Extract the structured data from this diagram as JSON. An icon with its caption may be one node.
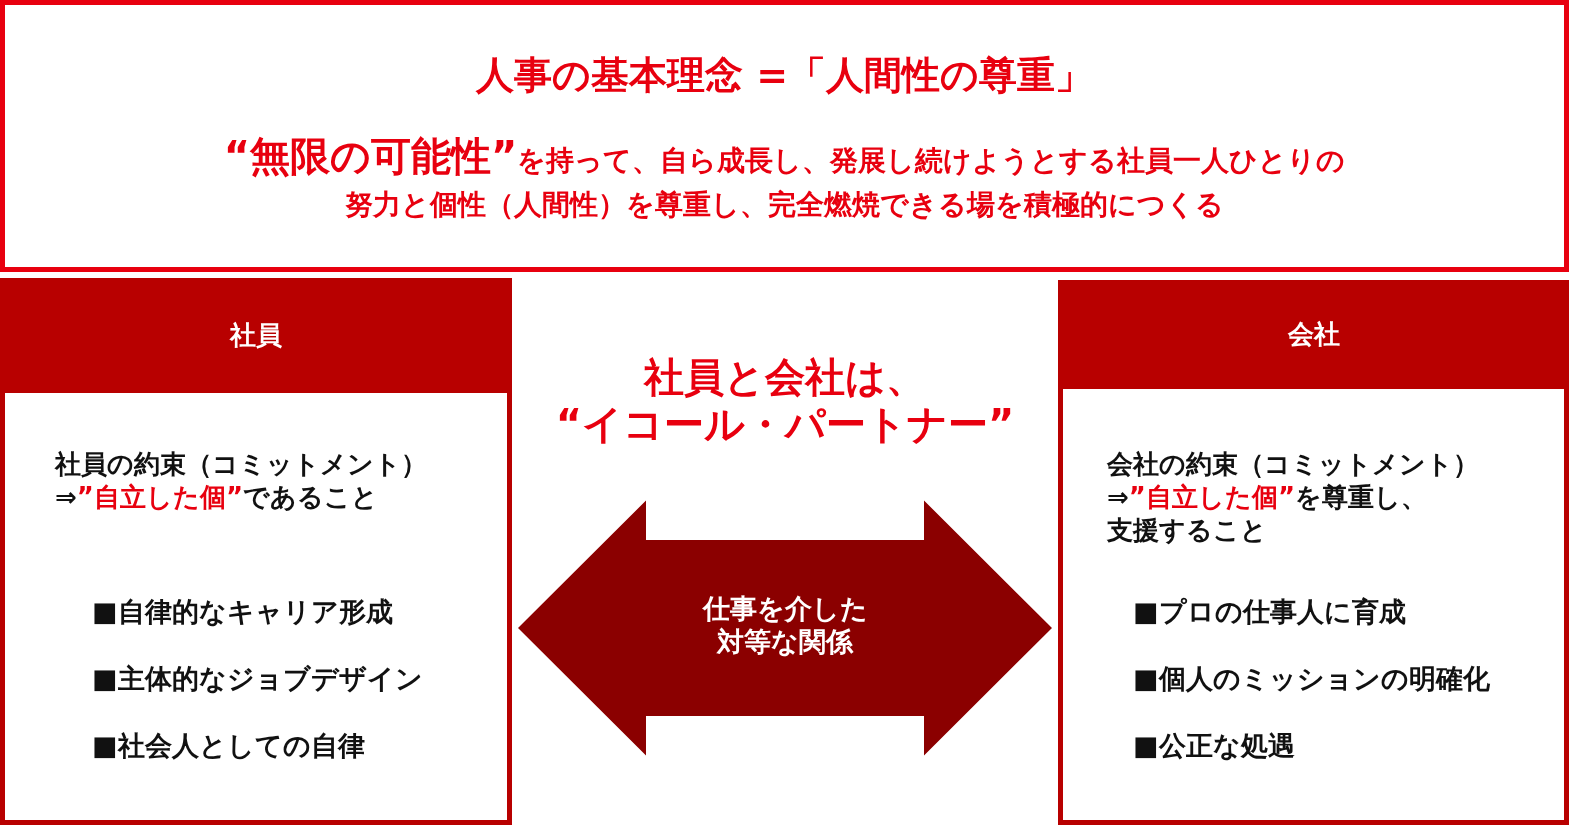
{
  "diagram": {
    "nodes": [
      {
        "text": [
          "人事の基本理念 =「人間性の尊重」",
          "**“無限の可能性”**を持って、自ら成長し、発展し続けようとする社員一人ひとりの努力と個性（人間性）を尊重し、完全燃焼できる場を積極的につくる"
        ]
      },
      {
        "text": [
          "社員",
          "社員の約束（コミットメント）",
          "⇒**”自立した個”**であること",
          "■自律的なキャリア形成",
          "■主体的なジョブデザイン",
          "■社会人としての自律"
        ]
      },
      {
        "text": [
          "会社",
          "会社の約束（コミットメント）",
          "⇒**”自立した個”**を尊重し、支援すること",
          "■プロの仕事人に育成",
          "■個人のミッションの明確化",
          "■公正な処遇"
        ]
      }
    ],
    "edges": [
      {
        "from": 1,
        "to": 2,
        "arrow": "both",
        "label": "仕事を介した対等な関係",
        "style": "thick"
      }
    ],
    "labels": [
      "社員と会社は、",
      "“イコール・パートナー”"
    ]
  }
}
